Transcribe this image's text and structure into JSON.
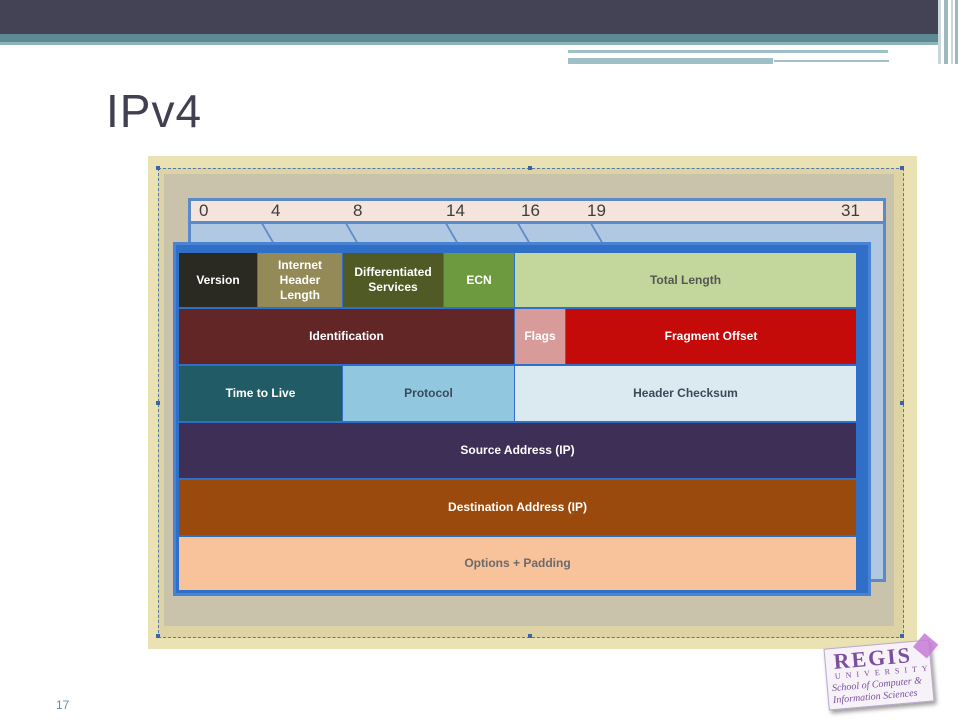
{
  "slide": {
    "title": "IPv4",
    "page_number": "17"
  },
  "diagram": {
    "bit_positions": [
      "0",
      "4",
      "8",
      "14",
      "16",
      "19",
      "31"
    ],
    "fields": [
      {
        "name": "version",
        "label": "Version"
      },
      {
        "name": "internet-header-length",
        "label": "Internet Header Length"
      },
      {
        "name": "differentiated-services",
        "label": "Differentiated Services"
      },
      {
        "name": "ecn",
        "label": "ECN"
      },
      {
        "name": "total-length",
        "label": "Total Length"
      },
      {
        "name": "identification",
        "label": "Identification"
      },
      {
        "name": "flags",
        "label": "Flags"
      },
      {
        "name": "fragment-offset",
        "label": "Fragment Offset"
      },
      {
        "name": "time-to-live",
        "label": "Time to Live"
      },
      {
        "name": "protocol",
        "label": "Protocol"
      },
      {
        "name": "header-checksum",
        "label": "Header Checksum"
      },
      {
        "name": "source-address",
        "label": "Source Address (IP)"
      },
      {
        "name": "destination-address",
        "label": "Destination Address (IP)"
      },
      {
        "name": "options-padding",
        "label": "Options + Padding"
      }
    ],
    "colors": {
      "version": "#2b2a22",
      "internet-header-length": "#948a58",
      "differentiated-services": "#4f5a24",
      "ecn": "#6e9a3f",
      "total-length": "#c3d79d",
      "identification": "#632627",
      "flags": "#d99a9a",
      "fragment-offset": "#c50a0a",
      "time-to-live": "#215b66",
      "protocol": "#91c8df",
      "header-checksum": "#dbeaf1",
      "source-address": "#3d2f55",
      "destination-address": "#9a4a0c",
      "options-padding": "#f8c39a"
    }
  },
  "logo": {
    "title": "REGIS",
    "subtitle": "UNIVERSITY",
    "line1": "School of Computer &",
    "line2": "Information Sciences"
  }
}
